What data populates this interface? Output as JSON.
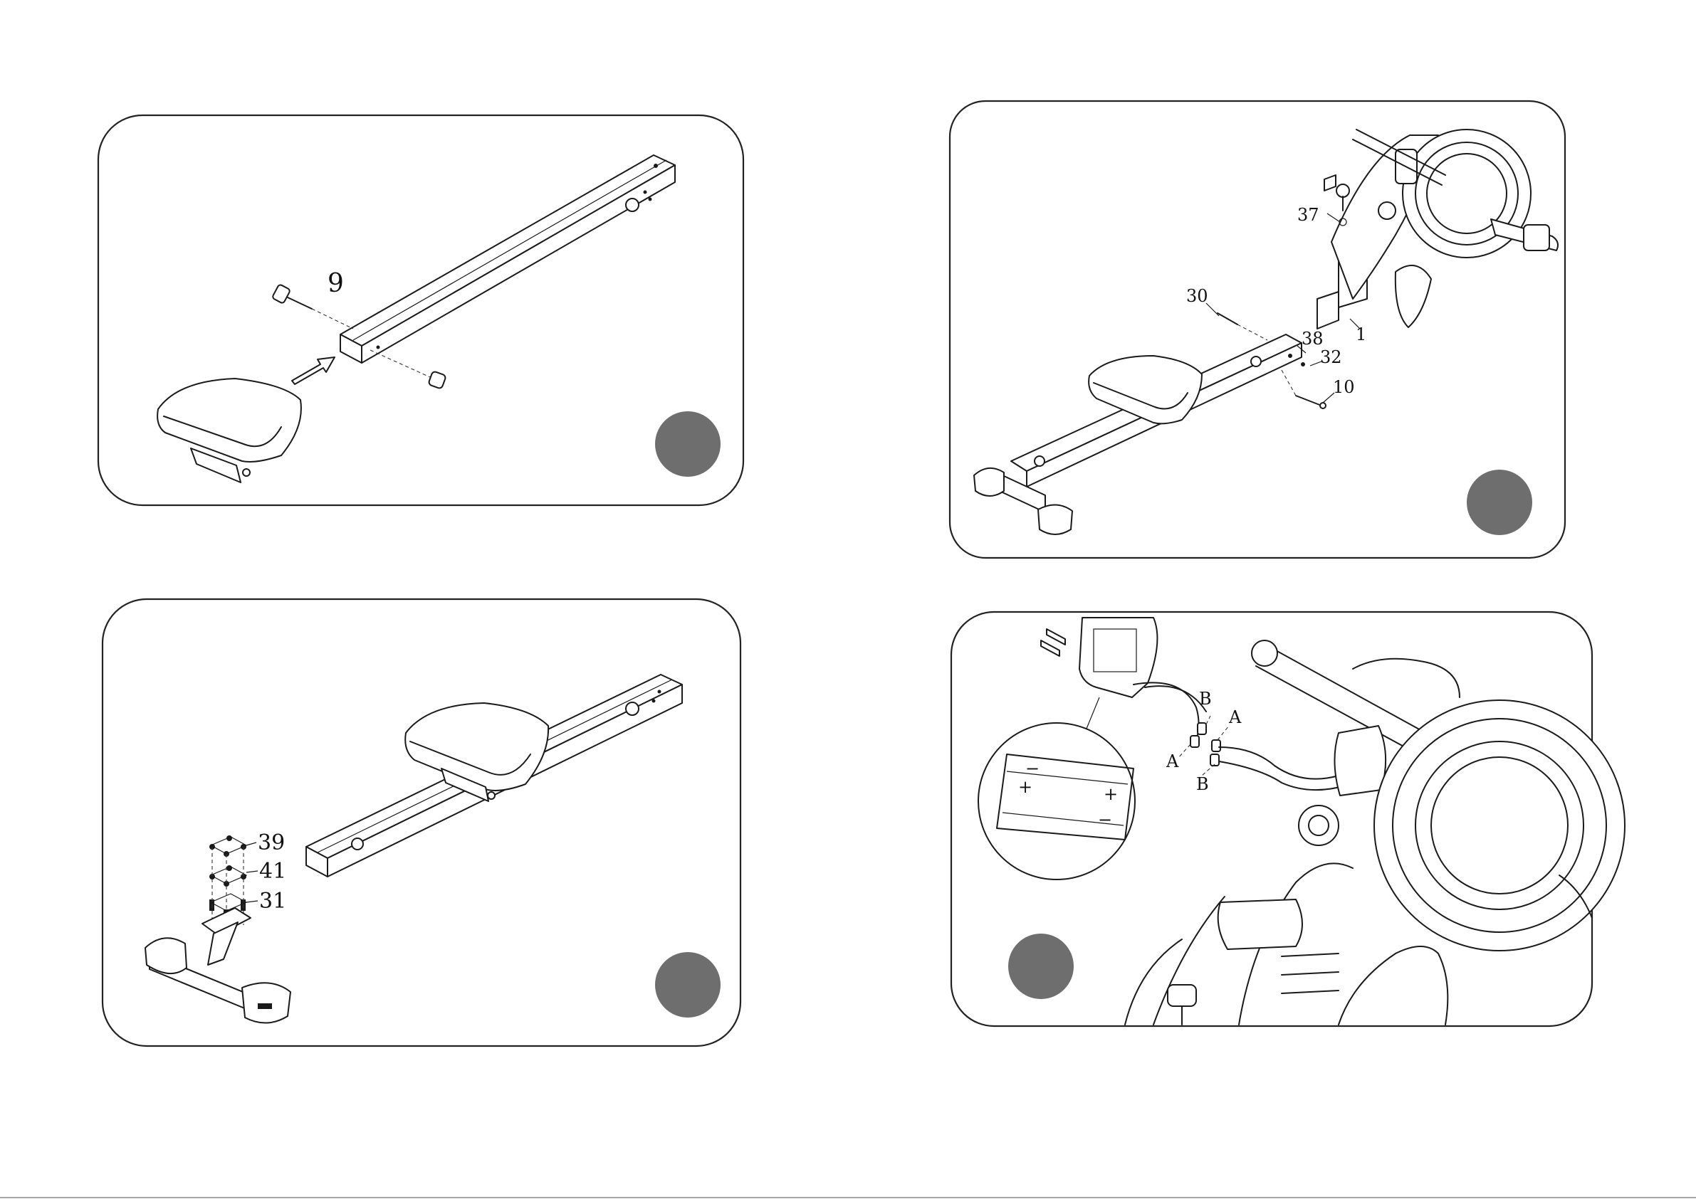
{
  "document": {
    "type": "assembly-instructions",
    "steps": [
      {
        "id": "step-1",
        "callouts": [
          "9"
        ]
      },
      {
        "id": "step-2",
        "callouts": [
          "39",
          "41",
          "31"
        ]
      },
      {
        "id": "step-3",
        "callouts": [
          "37",
          "30",
          "38",
          "32",
          "1",
          "10"
        ]
      },
      {
        "id": "step-4",
        "callouts": [
          "B",
          "A",
          "A",
          "B"
        ]
      }
    ]
  },
  "colors": {
    "badge": "#6e6e6e",
    "line": "#1a1a1a",
    "panel_border": "#222222"
  }
}
